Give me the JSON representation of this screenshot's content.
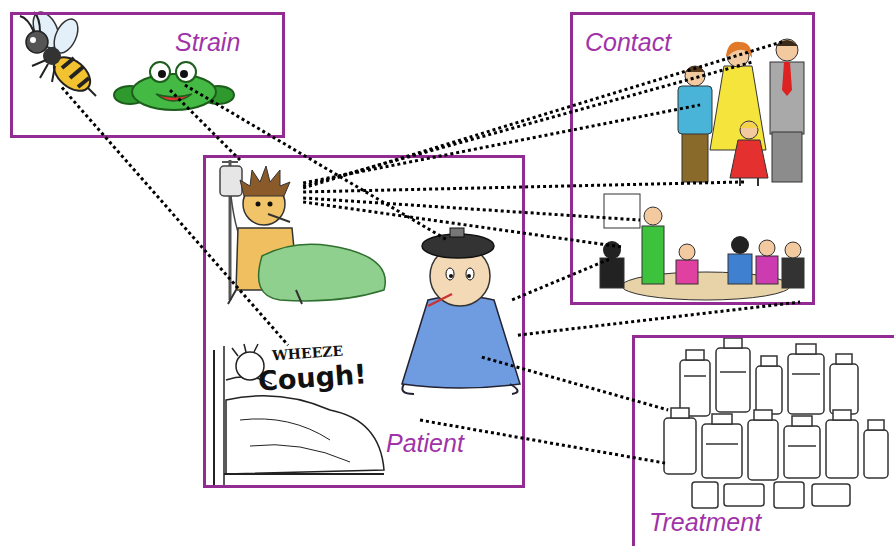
{
  "diagram": {
    "nodes": [
      {
        "text": [
          "Strain"
        ]
      },
      {
        "text": [
          "Contact"
        ]
      },
      {
        "text": [
          "Patient"
        ]
      },
      {
        "text": [
          "Treatment"
        ]
      }
    ],
    "edges": [
      {
        "from": 0,
        "to": 2,
        "arrow": "none"
      },
      {
        "from": 0,
        "to": 2,
        "arrow": "none"
      },
      {
        "from": 0,
        "to": 2,
        "arrow": "none"
      },
      {
        "from": 2,
        "to": 1,
        "arrow": "none"
      },
      {
        "from": 2,
        "to": 1,
        "arrow": "none"
      },
      {
        "from": 2,
        "to": 1,
        "arrow": "none"
      },
      {
        "from": 2,
        "to": 1,
        "arrow": "none"
      },
      {
        "from": 2,
        "to": 1,
        "arrow": "none"
      },
      {
        "from": 2,
        "to": 1,
        "arrow": "none"
      },
      {
        "from": 2,
        "to": 1,
        "arrow": "none"
      },
      {
        "from": 2,
        "to": 1,
        "arrow": "none"
      },
      {
        "from": 2,
        "to": 3,
        "arrow": "none"
      },
      {
        "from": 2,
        "to": 3,
        "arrow": "none"
      }
    ],
    "labels": [
      "WHEEZE",
      "Cough!"
    ]
  }
}
